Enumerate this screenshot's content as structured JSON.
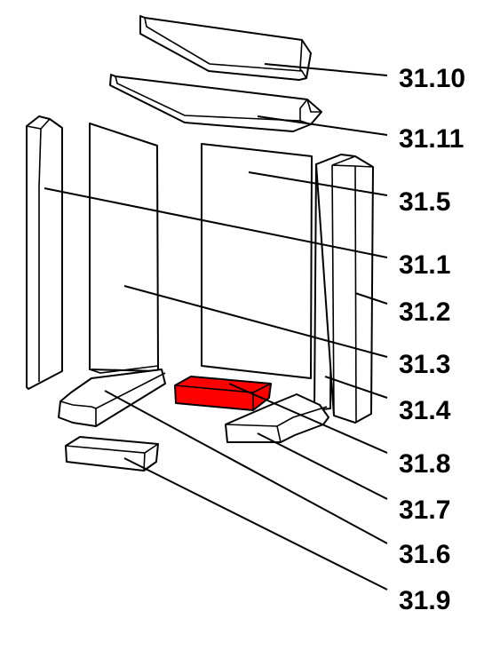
{
  "colors": {
    "background": "#ffffff",
    "outline": "#000000",
    "highlight": "#ff0000"
  },
  "callouts": {
    "p31_10": "31.10",
    "p31_11": "31.11",
    "p31_5": "31.5",
    "p31_1": "31.1",
    "p31_2": "31.2",
    "p31_3": "31.3",
    "p31_4": "31.4",
    "p31_8": "31.8",
    "p31_7": "31.7",
    "p31_6": "31.6",
    "p31_9": "31.9"
  },
  "highlighted_part": "31.8"
}
